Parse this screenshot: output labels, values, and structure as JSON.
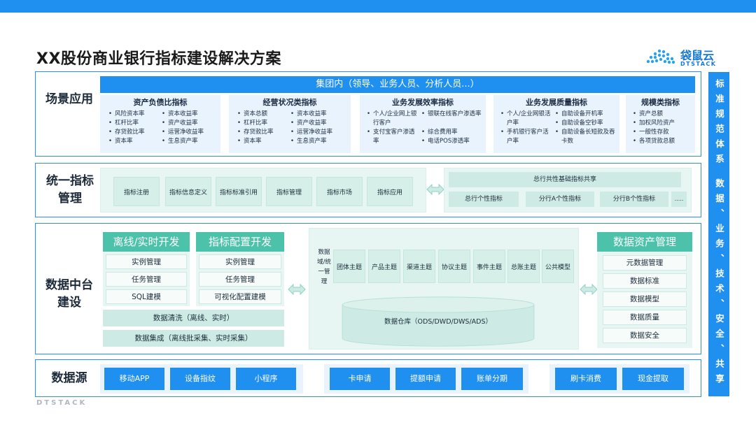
{
  "title": "XX股份商业银行指标建设解决方案",
  "logo": {
    "name": "袋鼠云",
    "sub": "DTSTACK"
  },
  "watermark": "DTSTACK",
  "side_bar": "标准规范体系 数据、业务、技术、安全、共享",
  "scene": {
    "label": "场景应用",
    "banner": "集团内（领导、业务人员、分析人员...）",
    "cards": [
      {
        "title": "资产负债比指标",
        "col1": [
          "风险资本率",
          "杠杆比率",
          "存贷款比率",
          "资本率"
        ],
        "col2": [
          "资本收益率",
          "资产收益率",
          "运营净收益率",
          "生息资产率"
        ]
      },
      {
        "title": "经营状况类指标",
        "col1": [
          "资本总额",
          "杠杆比率",
          "存贷款比率",
          "资本率"
        ],
        "col2": [
          "资本收益率",
          "资产收益率",
          "运营净收益率",
          "生息资产率"
        ]
      },
      {
        "title": "业务发展效率指标",
        "col1": [
          "个人/企业网上银行客户",
          "支付宝客户渗透率"
        ],
        "col2": [
          "银联在线客户渗透率",
          "综合费用率",
          "电话POS渗透率"
        ]
      },
      {
        "title": "业务发展质量指标",
        "col1": [
          "个人/企业网银活户率",
          "手机银行客户活户率"
        ],
        "col2": [
          "自助设备开机率",
          "自助设备空钞率",
          "自助设备长短款及吞卡数"
        ]
      },
      {
        "title": "规模类指标",
        "col1": [
          "资产总额",
          "加权风险资产",
          "一般性存款",
          "各项贷款总额"
        ],
        "col2": []
      }
    ]
  },
  "metric_mgmt": {
    "label": "统一指标管理",
    "items": [
      "指标注册",
      "指标信息定义",
      "指标标准引用",
      "指标管理",
      "指标市场",
      "指标应用"
    ],
    "share_title": "总行共性基础指标共享",
    "share_items": [
      "总行个性指标",
      "分行A个性指标",
      "分行B个性指标",
      "....."
    ]
  },
  "data_platform": {
    "label": "数据中台建设",
    "offline": {
      "title": "离线/实时开发",
      "items": [
        "实例管理",
        "任务管理",
        "SQL建模"
      ]
    },
    "config": {
      "title": "指标配置开发",
      "items": [
        "实例管理",
        "任务管理",
        "可视化配置建模"
      ]
    },
    "clean": "数据清洗（离线、实时）",
    "integrate": "数据集成（离线批采集、实时采集）",
    "domain_label": "数据域/统一管理",
    "domains": [
      "团体主题",
      "产品主题",
      "渠道主题",
      "协议主题",
      "事件主题",
      "总账主题",
      "公共模型"
    ],
    "warehouse": "数据仓库（ODS/DWD/DWS/ADS）",
    "asset": {
      "title": "数据资产管理",
      "items": [
        "元数据管理",
        "数据标准",
        "数据模型",
        "数据质量",
        "数据安全"
      ]
    }
  },
  "data_source": {
    "label": "数据源",
    "groups": [
      [
        "移动APP",
        "设备指纹",
        "小程序"
      ],
      [
        "卡申请",
        "提额申请",
        "账单分期"
      ],
      [
        "刷卡消费",
        "现金提取"
      ]
    ]
  },
  "colors": {
    "blue": "#1f8ff0",
    "teal": "#4cc2ab",
    "light_blue": "#e8f3fd",
    "light_teal": "#e7f5f3"
  }
}
